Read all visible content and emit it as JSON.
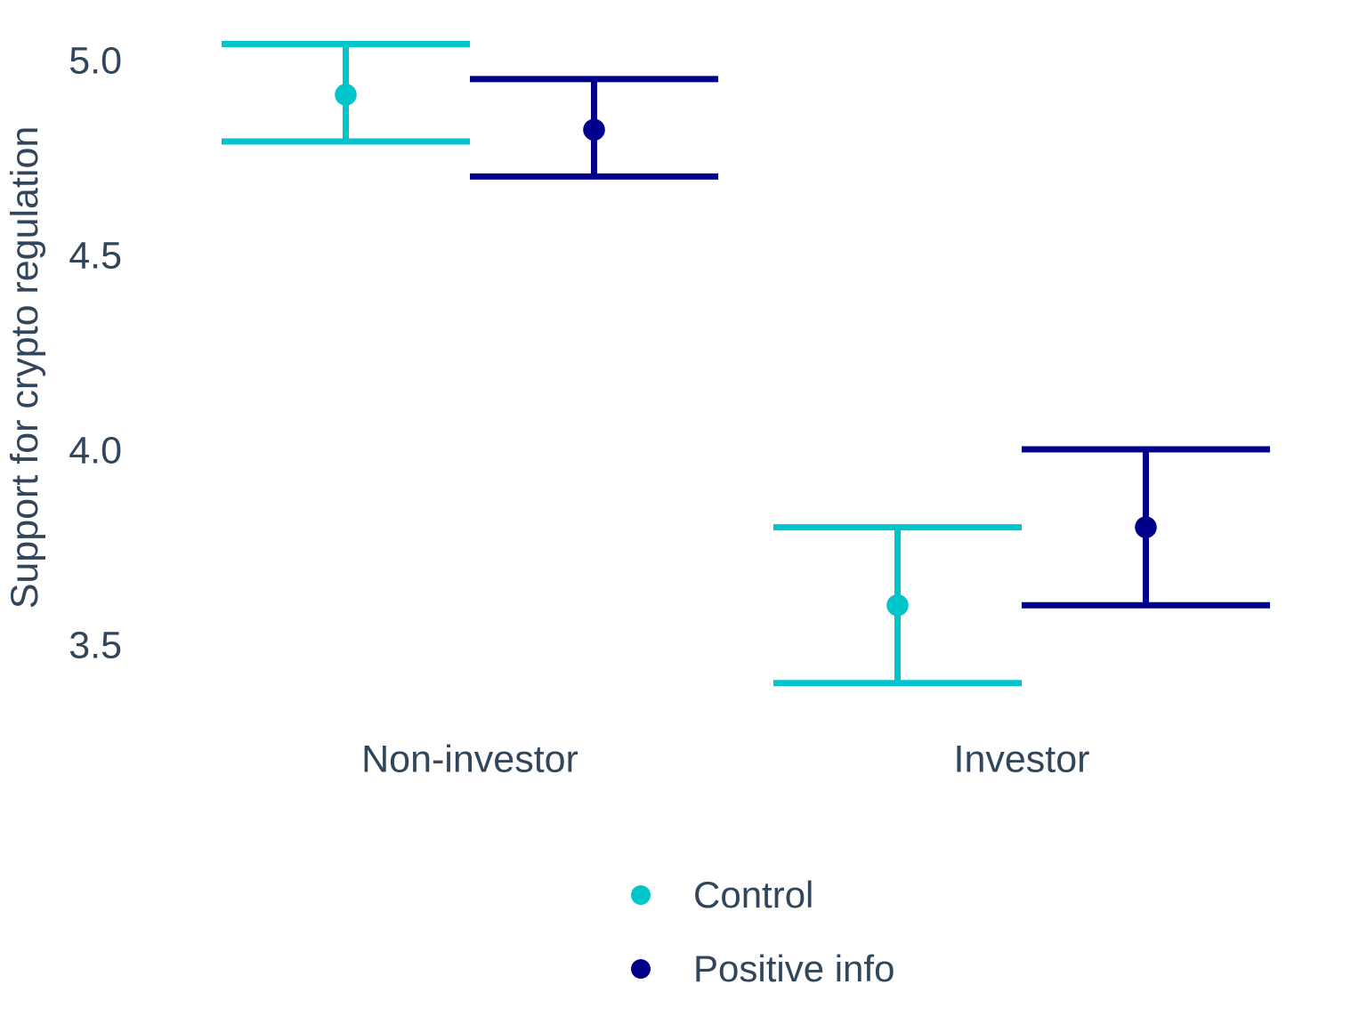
{
  "chart_data": {
    "type": "pointrange",
    "title": "",
    "ylabel": "Support for crypto regulation",
    "xlabel": "",
    "categories": [
      "Non-investor",
      "Investor"
    ],
    "series": [
      {
        "name": "Control",
        "color": "#00C5CB",
        "values": [
          {
            "category": "Non-investor",
            "mean": 4.91,
            "lo": 4.79,
            "hi": 5.04
          },
          {
            "category": "Investor",
            "mean": 3.6,
            "lo": 3.4,
            "hi": 3.8
          }
        ]
      },
      {
        "name": "Positive info",
        "color": "#00008B",
        "values": [
          {
            "category": "Non-investor",
            "mean": 4.82,
            "lo": 4.7,
            "hi": 4.95
          },
          {
            "category": "Investor",
            "mean": 3.8,
            "lo": 3.6,
            "hi": 4.0
          }
        ]
      }
    ],
    "y_axis": {
      "ticks": [
        5.0,
        4.5,
        4.0,
        3.5
      ],
      "tick_labels": [
        "5.0",
        "4.5",
        "4.0",
        "3.5"
      ],
      "range": [
        3.3,
        5.1
      ]
    },
    "legend": {
      "position": "bottom",
      "entries": [
        "Control",
        "Positive info"
      ]
    },
    "grid": false,
    "axis_lines": false,
    "background": "#FFFFFF",
    "text_color": "#31465A"
  }
}
